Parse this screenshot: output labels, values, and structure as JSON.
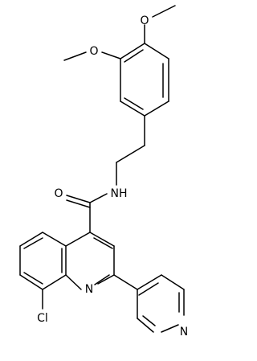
{
  "molecule": {
    "atom_labels": {
      "o_methoxy_top": "O",
      "o_methoxy_left": "O",
      "o_carbonyl": "O",
      "amide_n": "NH",
      "quinoline_n": "N",
      "pyridine_n": "N",
      "chlorine": "Cl"
    }
  }
}
